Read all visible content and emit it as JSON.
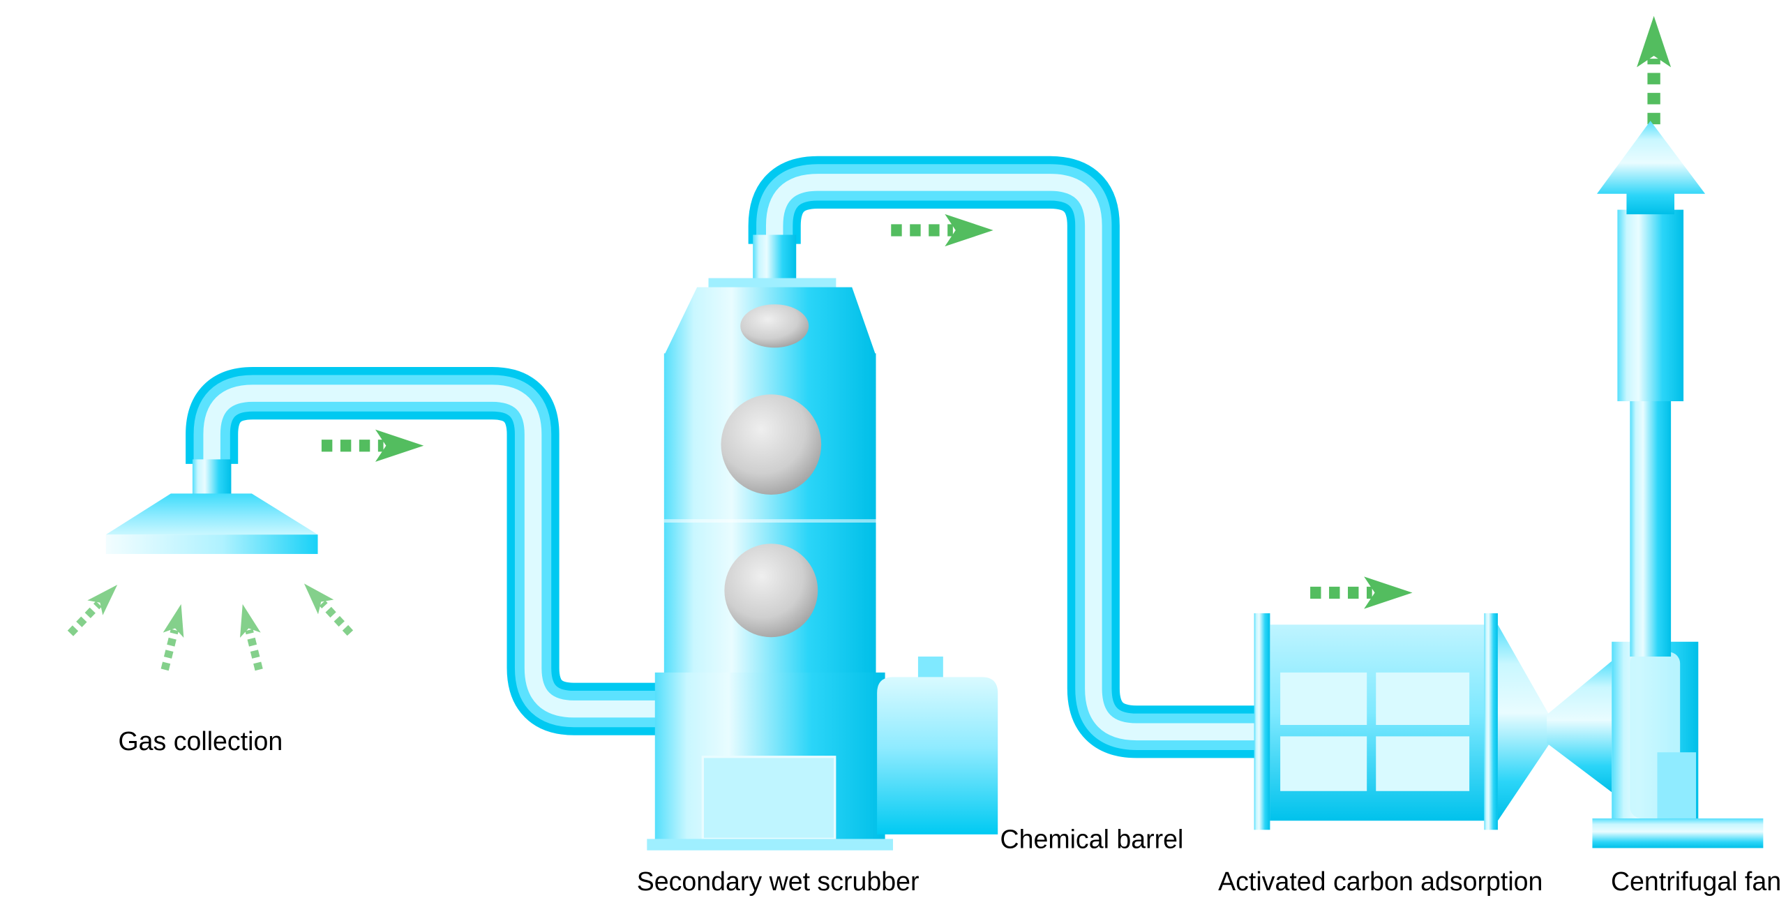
{
  "diagram": {
    "background": "#ffffff",
    "labels": {
      "gas_collection": "Gas collection",
      "secondary_wet_scrubber": "Secondary wet scrubber",
      "chemical_barrel": "Chemical barrel",
      "activated_carbon_adsorption": "Activated carbon adsorption",
      "centrifugal_fan": "Centrifugal fan"
    },
    "flow_sequence": [
      "Gas collection",
      "Secondary wet scrubber",
      "Activated carbon adsorption",
      "Centrifugal fan"
    ],
    "arrows": {
      "flow": [
        {
          "id": "after-gas-collection",
          "direction": "right"
        },
        {
          "id": "scrubber-outlet",
          "direction": "right"
        },
        {
          "id": "above-carbon-adsorption",
          "direction": "right"
        },
        {
          "id": "stack-exhaust",
          "direction": "up"
        }
      ],
      "intake": {
        "count": 4,
        "direction": "up-into-hood"
      }
    },
    "colors": {
      "equipment_deep_cyan": "#00C9F1",
      "equipment_mid_cyan": "#5CE2FE",
      "equipment_light": "#DDFAFF",
      "arrow_green": "#53BD5F",
      "intake_arrow_green": "#6FC877",
      "porthole_gray": "#B5B5B5",
      "text": "#000000"
    }
  }
}
